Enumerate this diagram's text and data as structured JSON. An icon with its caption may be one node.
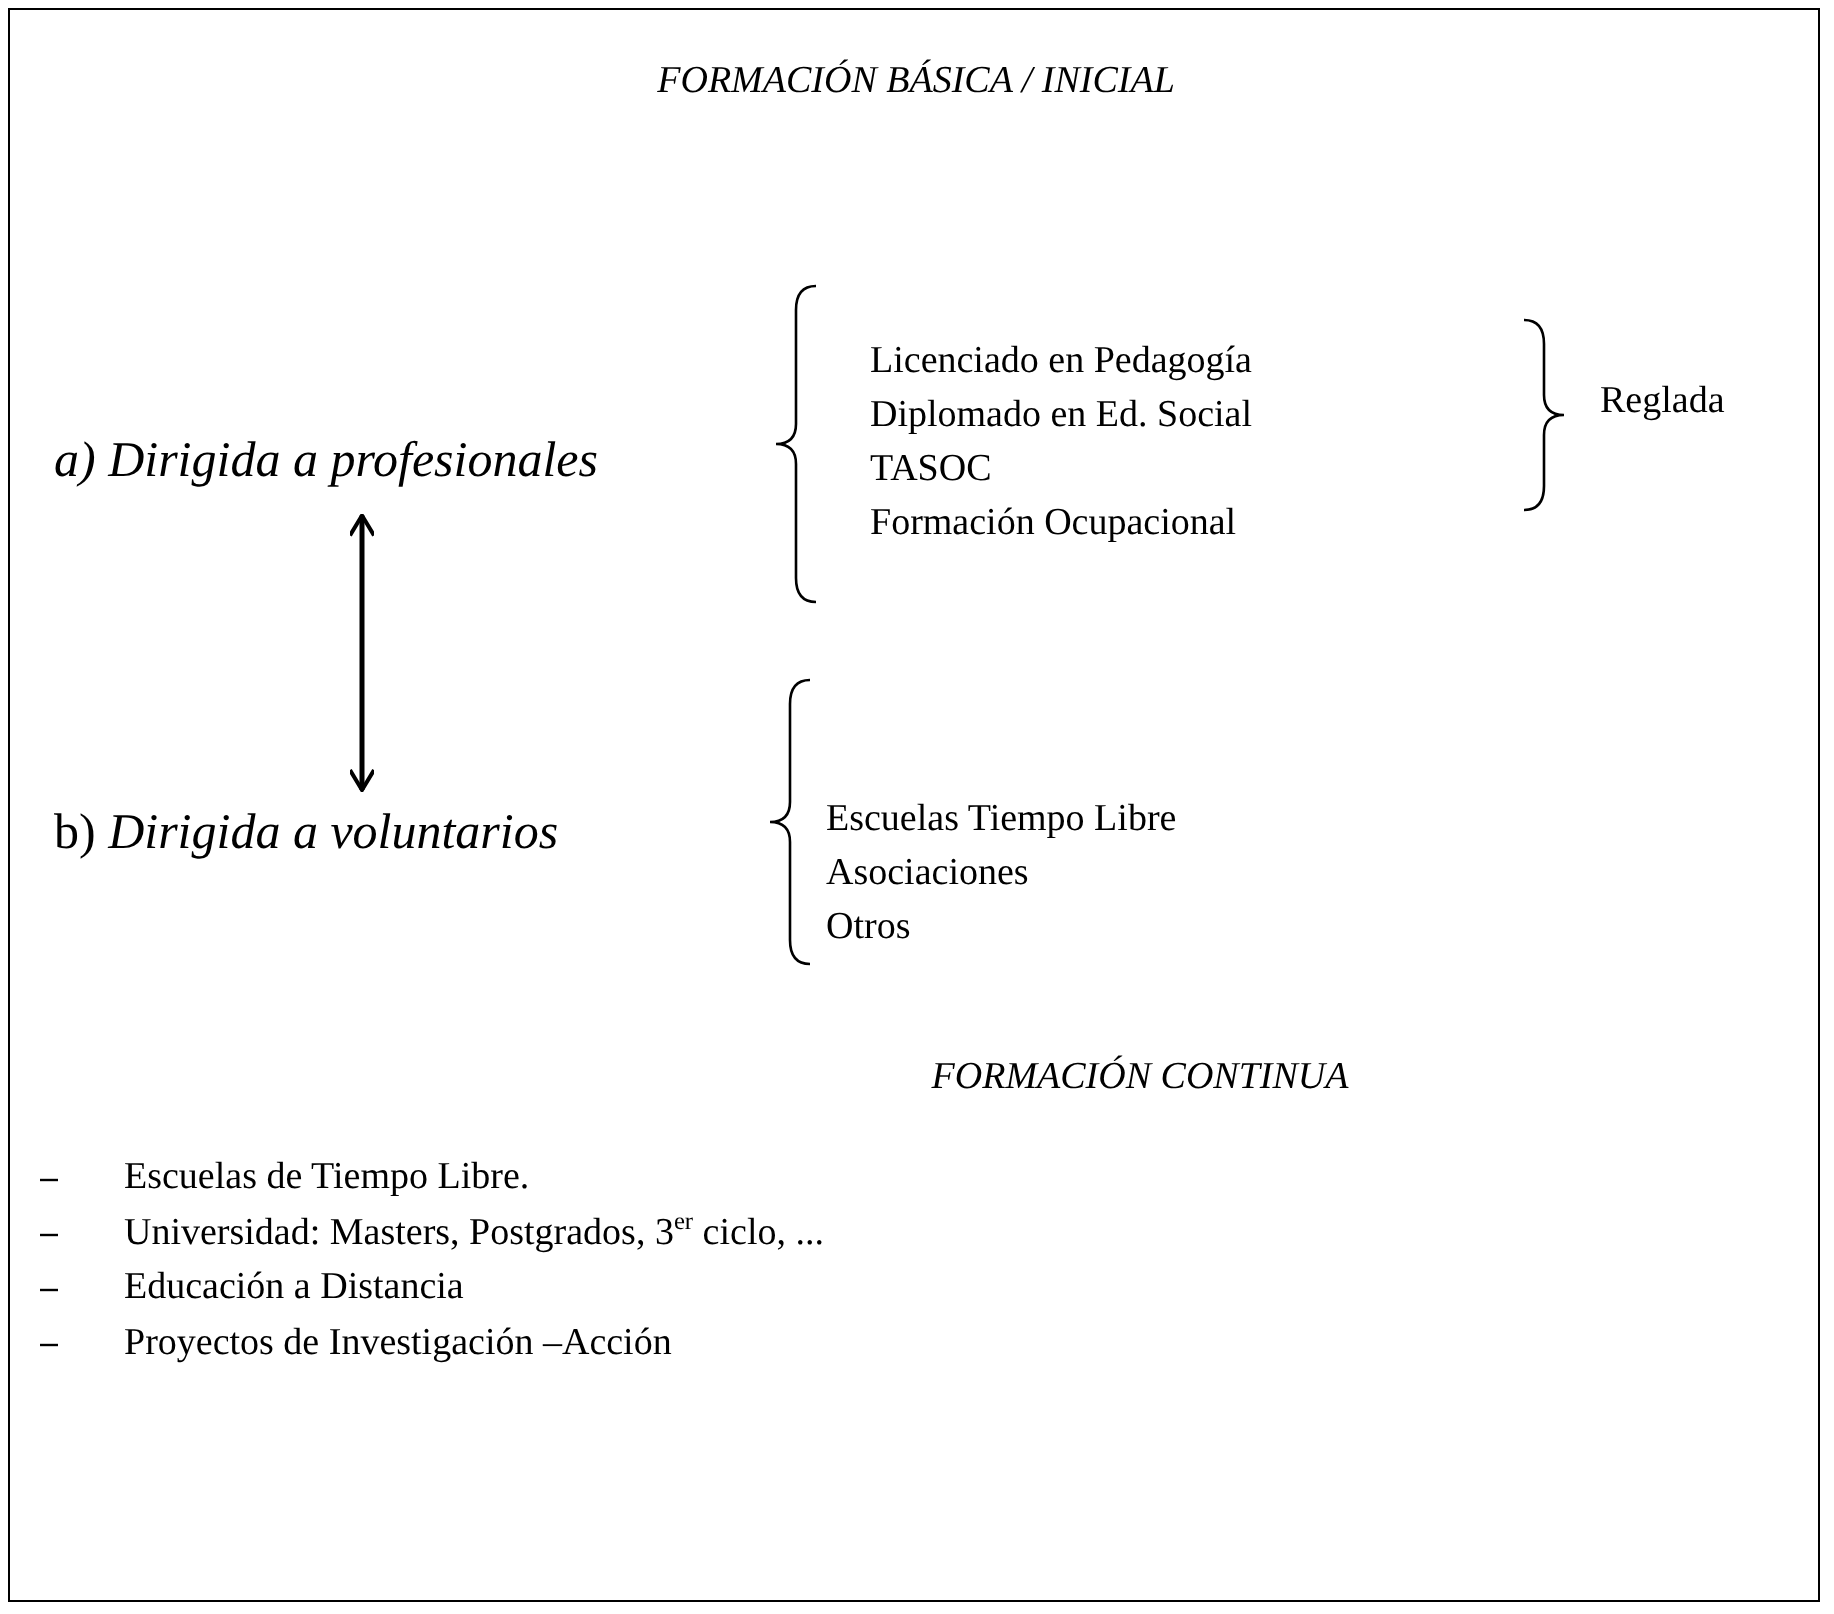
{
  "diagram": {
    "title": "FORMACIÓN BÁSICA / INICIAL",
    "nodes": [
      {
        "text": [
          "a) Dirigida a profesionales"
        ]
      },
      {
        "text": [
          "b) *Dirigida a voluntarios*"
        ]
      }
    ],
    "edges": [
      {
        "from": 0,
        "to": 1,
        "arrow": "both"
      }
    ],
    "labels": [
      "Licenciado en Pedagogía",
      "Diplomado en Ed. Social",
      "TASOC",
      "Formación Ocupacional",
      "Reglada",
      "Escuelas Tiempo Libre",
      "Asociaciones",
      "Otros",
      "FORMACIÓN CONTINUA",
      "Escuelas de Tiempo Libre.",
      "Universidad: Masters, Postgrados, 3$^{er}$ ciclo, ...",
      "Educación a Distancia",
      "Proyectos de Investigación –Acción"
    ]
  }
}
